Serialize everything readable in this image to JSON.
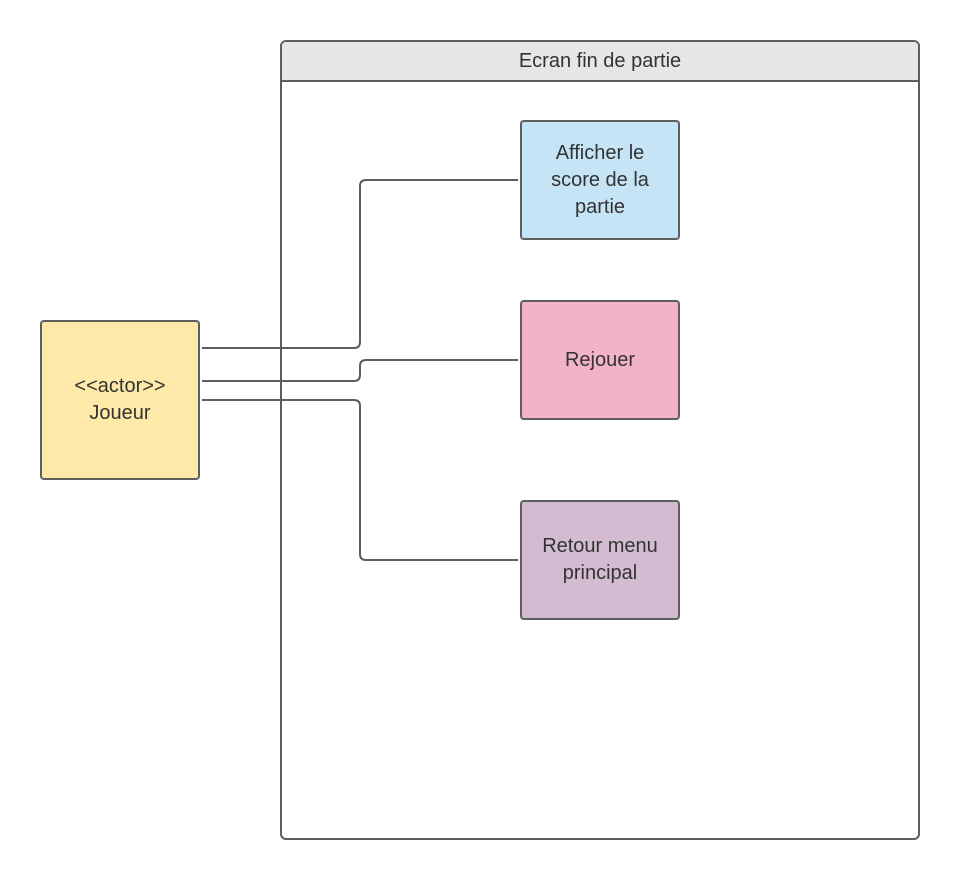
{
  "system": {
    "title": "Ecran fin de partie",
    "header_color": "#e6e6e6"
  },
  "actor": {
    "label": "<<actor>>\nJoueur",
    "color": "#fde9a8"
  },
  "use_cases": [
    {
      "label": "Afficher le\nscore de la\npartie",
      "color": "#c5e4f6"
    },
    {
      "label": "Rejouer",
      "color": "#f3b3c6"
    },
    {
      "label": "Retour menu\nprincipal",
      "color": "#d3bbd1"
    }
  ],
  "line_color": "#5e5e5e"
}
